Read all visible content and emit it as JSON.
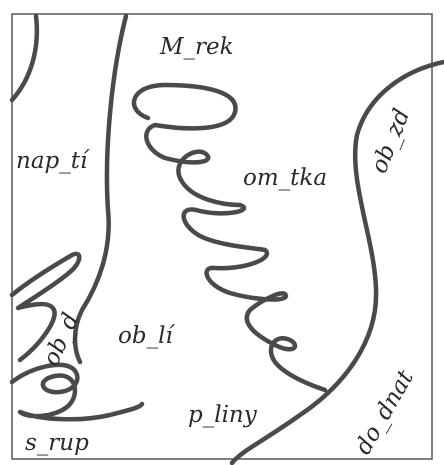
{
  "labels": {
    "top": "M_rek",
    "left_upper": "nap_tí",
    "center": "om_tka",
    "right": "ob_zd",
    "left_lower": "ob_d",
    "center_lower": "ob_lí",
    "bottom_center": "p_liny",
    "bottom_right": "do_dnat",
    "bottom_left": "s_rup"
  },
  "colors": {
    "ink": "#4a4a4a",
    "text": "#2a2a2a",
    "frame": "#555555",
    "background": "#ffffff"
  }
}
